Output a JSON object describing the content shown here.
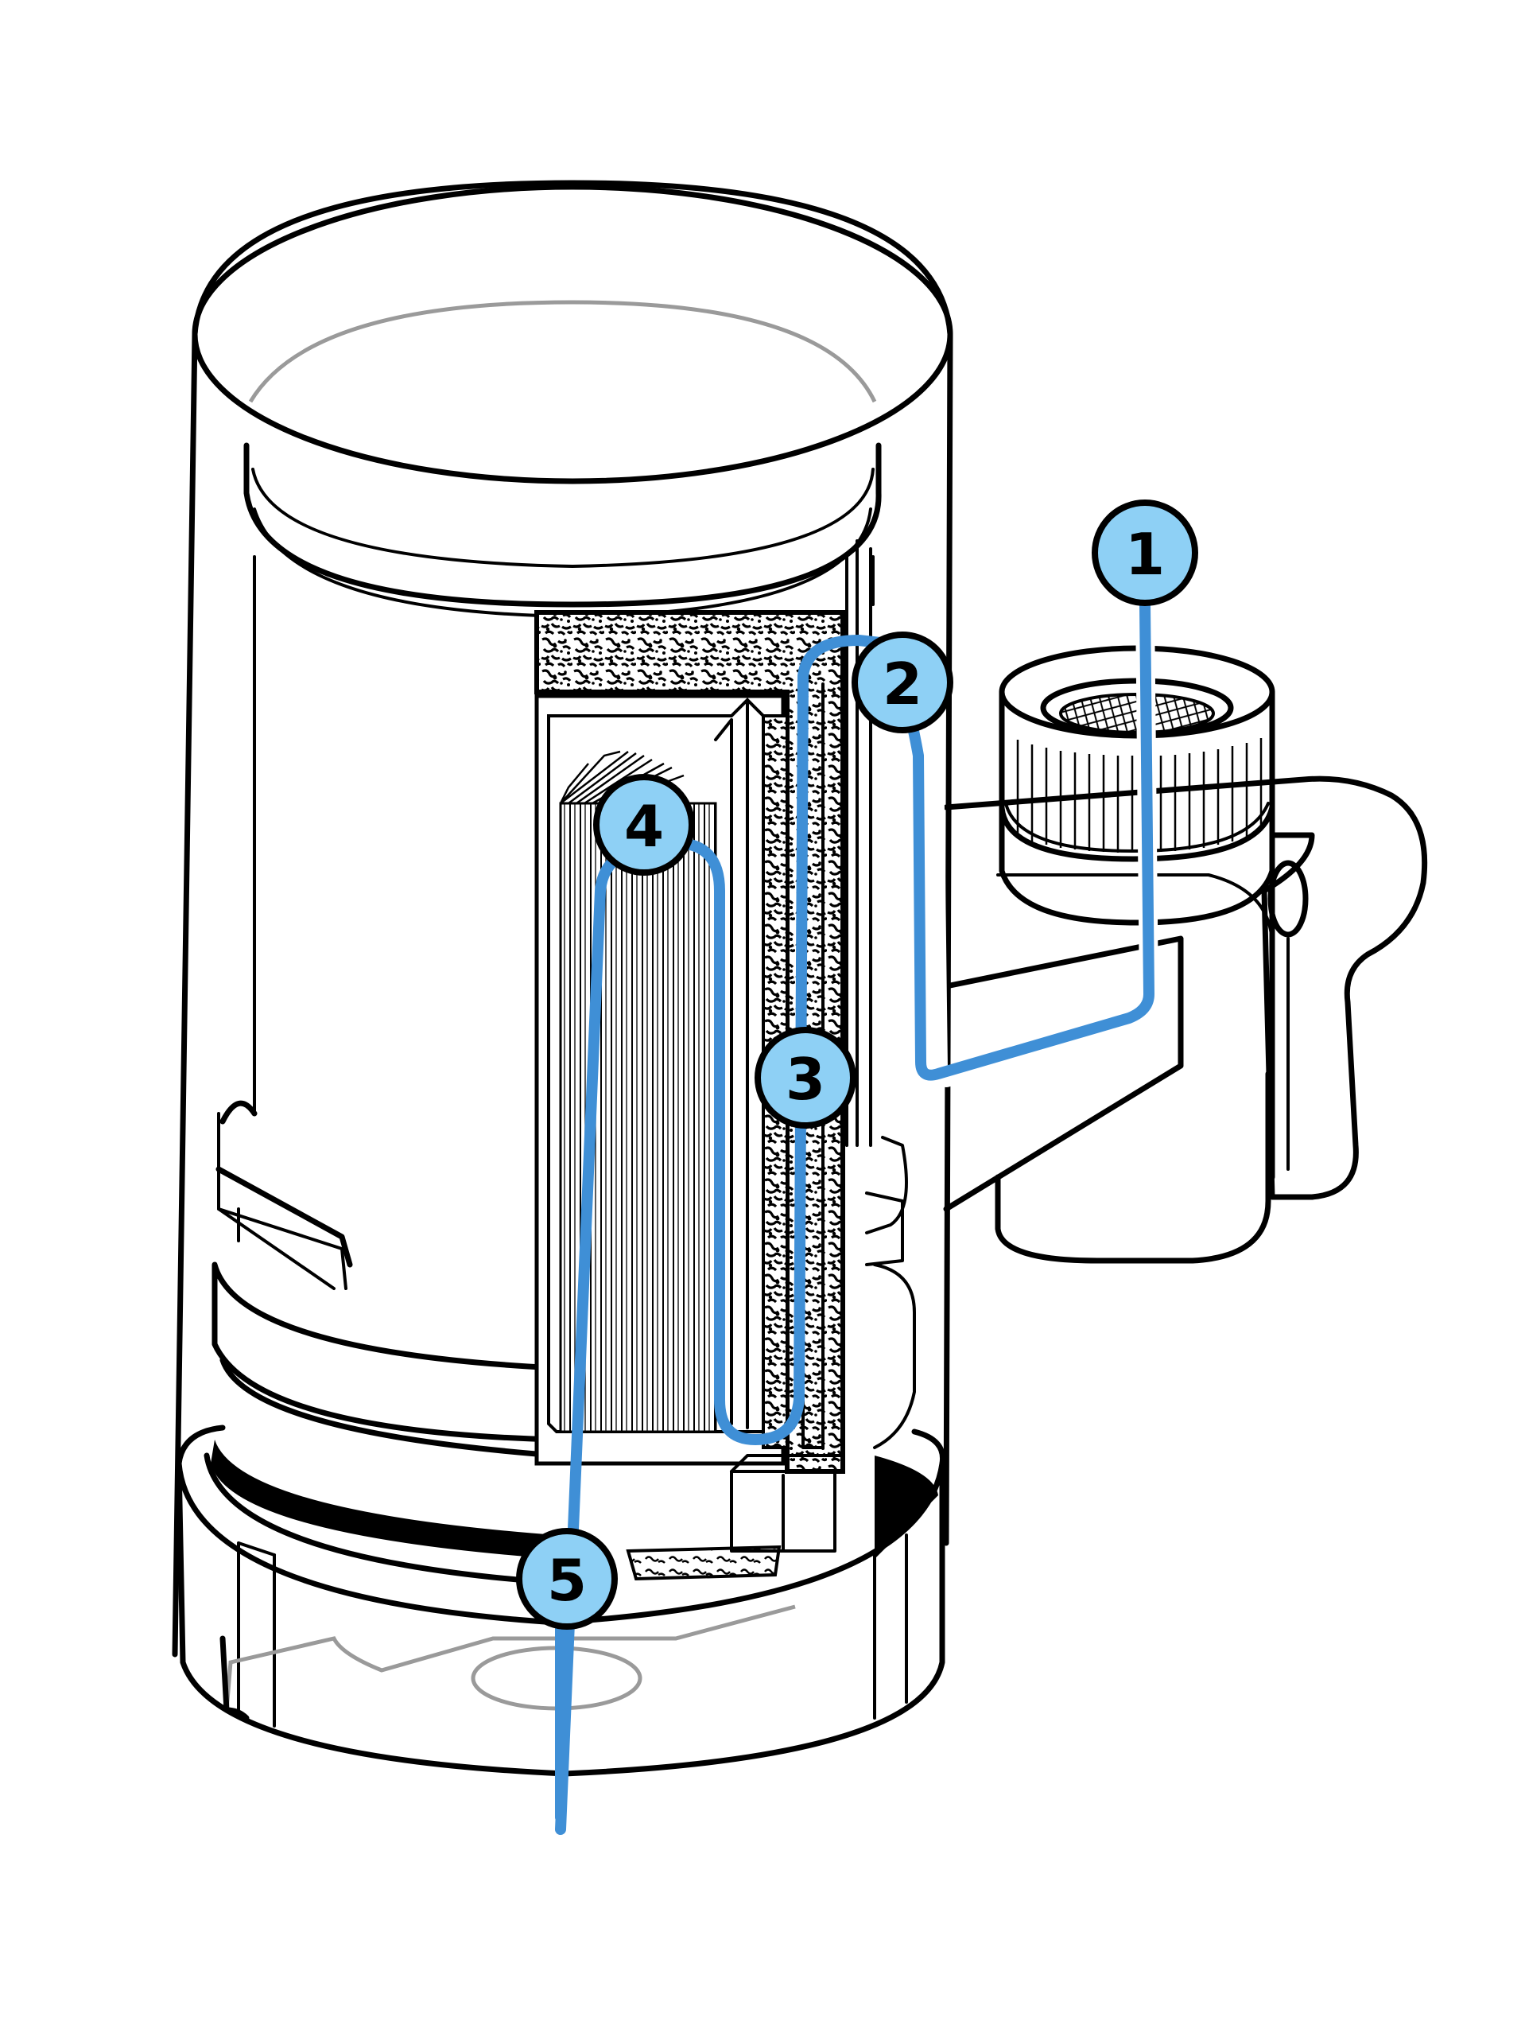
{
  "colors": {
    "flow": "#3f8fd6",
    "marker_fill": "#8ed0f5",
    "outline": "#000000",
    "background": "#ffffff"
  },
  "markers": [
    {
      "id": "1",
      "label": "1"
    },
    {
      "id": "2",
      "label": "2"
    },
    {
      "id": "3",
      "label": "3"
    },
    {
      "id": "4",
      "label": "4"
    },
    {
      "id": "5",
      "label": "5"
    }
  ]
}
